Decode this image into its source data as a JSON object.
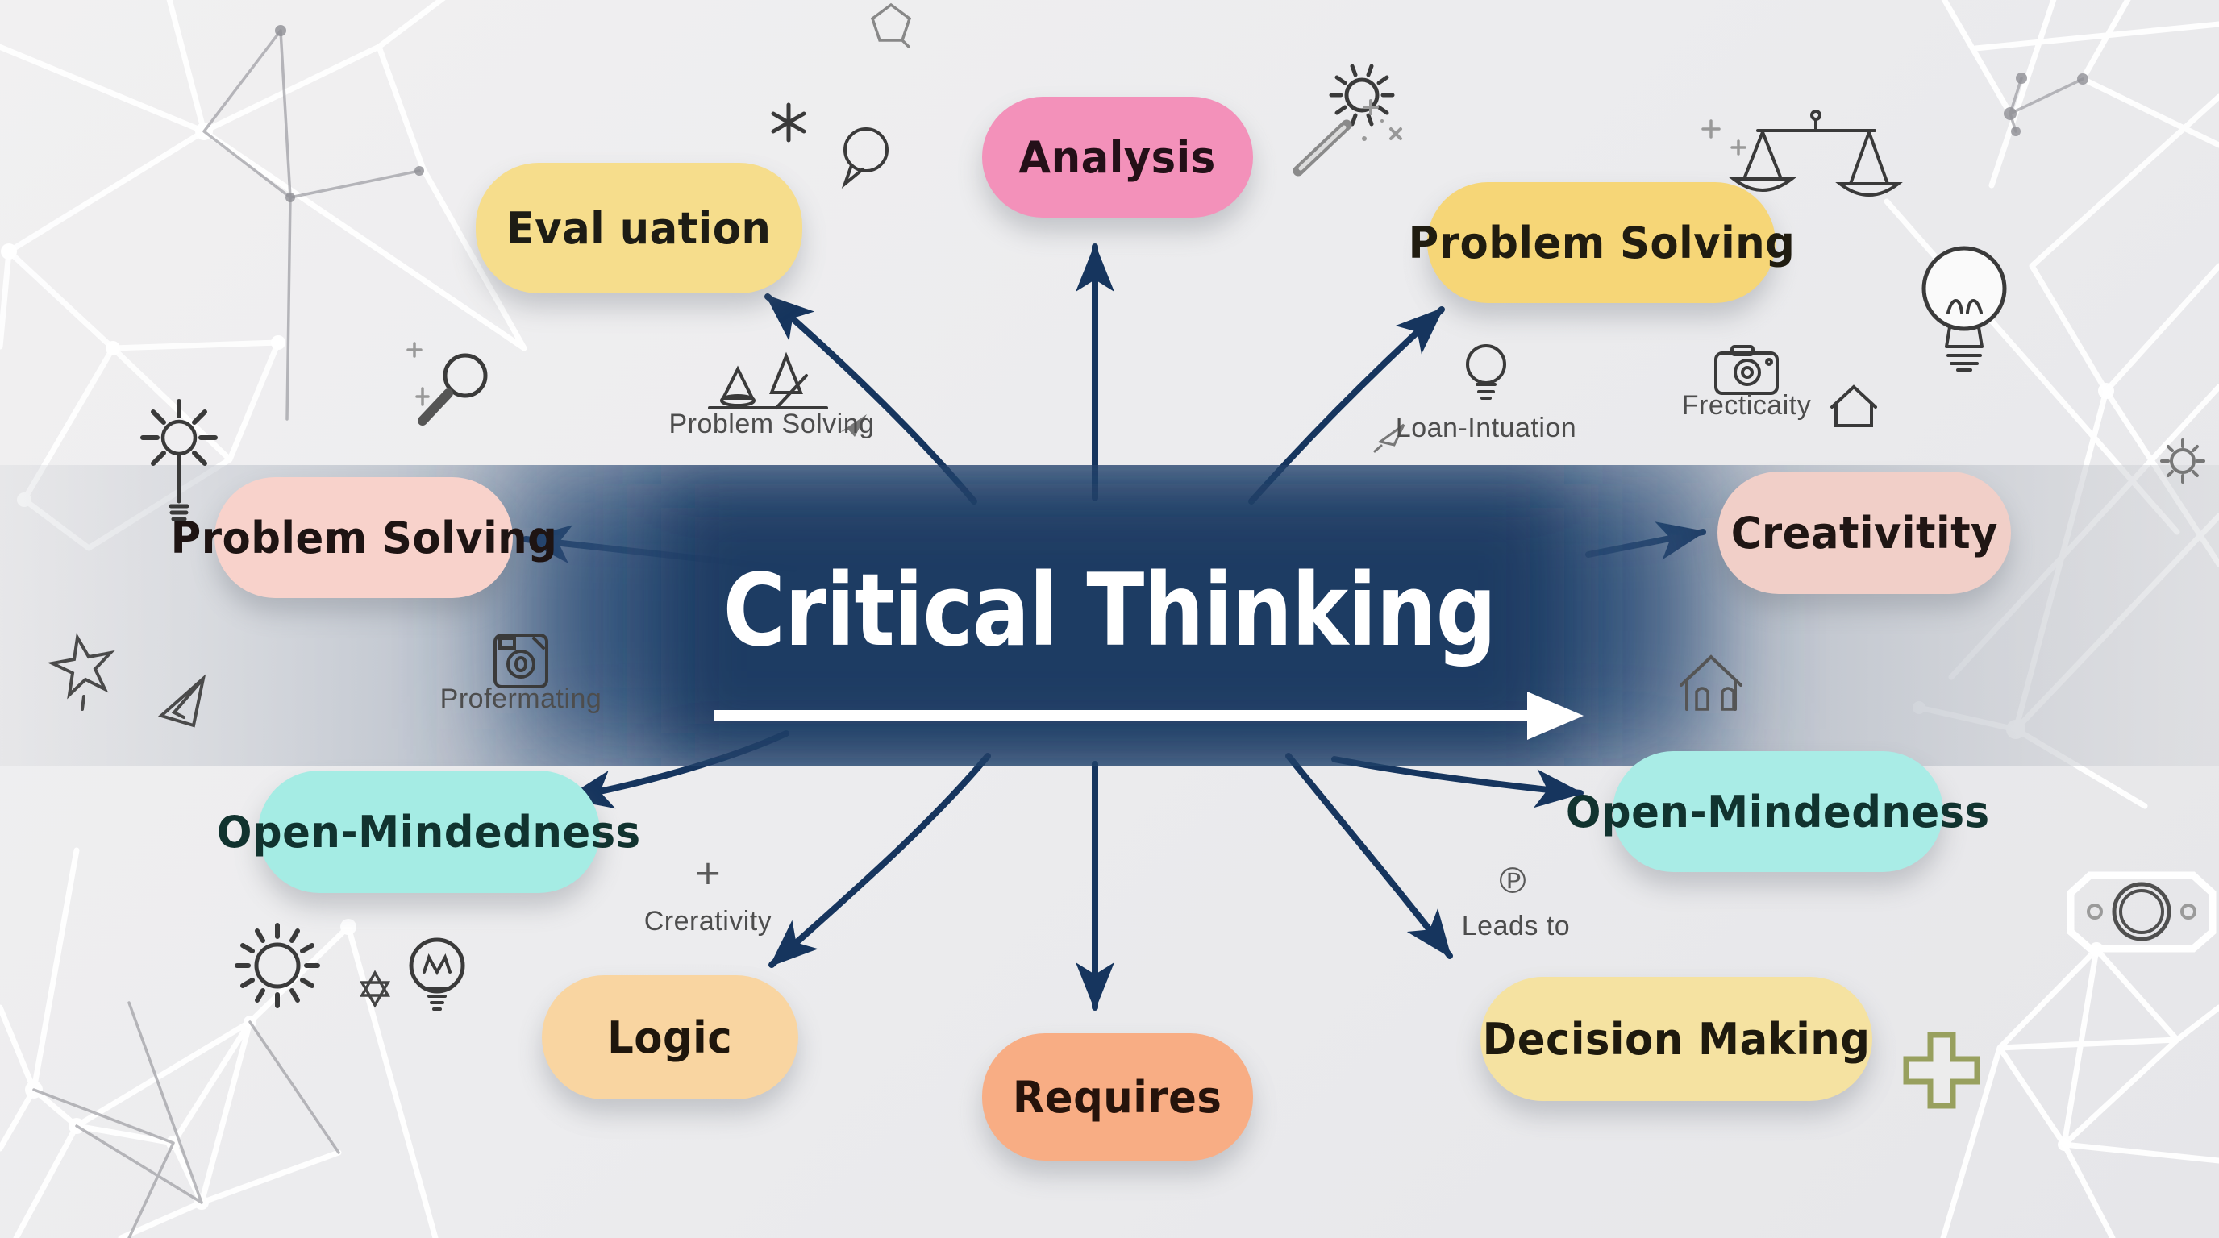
{
  "title": {
    "text": "Critical Thinking"
  },
  "colors": {
    "banner_navy": "#1c3a62",
    "banner_navy_soft": "#2e5078",
    "arrow_navy": "#16355e",
    "band_gray": "#93a2ba",
    "center_arrow_white": "#ffffff",
    "icon_dark": "#3f3f3f",
    "icon_gray": "#8a8a8a",
    "network_white": "#ffffff",
    "olive_accent": "#98a05e"
  },
  "bubbles": [
    {
      "id": "evaluation",
      "label": "Eval uation",
      "bg": "#f6dd8c",
      "fg": "#1d1c15"
    },
    {
      "id": "analysis",
      "label": "Analysis",
      "bg": "#f391ba",
      "fg": "#241018"
    },
    {
      "id": "problem-solving-top",
      "label": "Problem Solving",
      "bg": "#f6d677",
      "fg": "#201c10"
    },
    {
      "id": "problem-solving-left",
      "label": "Problem Solving",
      "bg": "#f8d2cb",
      "fg": "#1e1413"
    },
    {
      "id": "creativitity",
      "label": "Creativitity",
      "bg": "#f1cfc8",
      "fg": "#201614"
    },
    {
      "id": "open-mindedness-left",
      "label": "Open-Mindedness",
      "bg": "#a5ece4",
      "fg": "#11332f"
    },
    {
      "id": "open-mindedness-right",
      "label": "Open-Mindedness",
      "bg": "#a9ece6",
      "fg": "#11332f"
    },
    {
      "id": "logic",
      "label": "Logic",
      "bg": "#f9d5a1",
      "fg": "#1f160c"
    },
    {
      "id": "requires",
      "label": "Requires",
      "bg": "#f8ad84",
      "fg": "#26130b"
    },
    {
      "id": "decision-making",
      "label": "Decision Making",
      "bg": "#f5e2a1",
      "fg": "#1e1a0e"
    }
  ],
  "sublabels": [
    {
      "id": "problem-solving-note",
      "text": "Problem Solving"
    },
    {
      "id": "loan-intuation-note",
      "text": "Loan-Intuation"
    },
    {
      "id": "frecticaity-note",
      "text": "Frecticaity"
    },
    {
      "id": "profermating-note",
      "text": "Profermating"
    },
    {
      "id": "crerativity-note",
      "text": "Crerativity"
    },
    {
      "id": "leads-to-note",
      "text": "Leads to"
    },
    {
      "id": "plus-glyph",
      "text": "+"
    },
    {
      "id": "p-mark-glyph",
      "text": "℗"
    }
  ],
  "icons": {
    "asterisk-icon": "6-spoke asterisk",
    "speech-bubble-icon": "outline chat bubble",
    "gear-sun-icon": "gear with rays",
    "magic-wand-icon": "wand with sparkles",
    "balance-scales-icon": "justice scales",
    "lightbulb-large-icon": "outline bulb",
    "mini-scales-icon": "two triangle pans on a line",
    "cursor-dart-icon": "small dart",
    "lightbulb-small-icon": "outline bulb",
    "camera-icon": "instant camera",
    "house-icon": "house outline",
    "house-windows-icon": "house with two windows",
    "instant-camera-icon": "camera-floppy hybrid",
    "magnifier-icon": "tilted magnifying glass",
    "plus-icon": "thin plus",
    "sparkle-icon": "four-point sparkle",
    "dandelion-wand-icon": "sun head on a stem",
    "star-outline-icon": "hand-drawn star",
    "paper-plane-icon": "outline dart triangle",
    "sun-icon": "sun with dash rays",
    "hexagram-icon": "six-point star outline",
    "lightbulb-m-icon": "bulb with M filament",
    "lens-plate-icon": "white octagon camera lens",
    "olive-plus-icon": "olive outlined plus",
    "gear-small-icon": "small gear",
    "pentagon-icon": "small pentagon outline"
  }
}
